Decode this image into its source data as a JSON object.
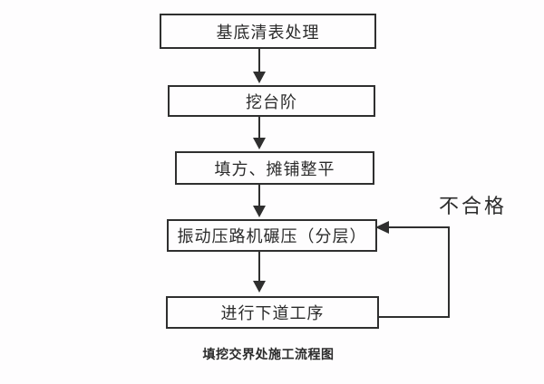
{
  "flowchart": {
    "title_caption": "填挖交界处施工流程图",
    "steps": [
      {
        "label": "基底清表处理"
      },
      {
        "label": "挖台阶"
      },
      {
        "label": "填方、摊铺整平"
      },
      {
        "label": "振动压路机碾压（分层）"
      },
      {
        "label": "进行下道工序"
      }
    ],
    "feedback": {
      "label": "不合格",
      "from_step": "进行下道工序",
      "to_step": "振动压路机碾压（分层）"
    },
    "icons": {
      "down_arrow": "arrow-down-icon (filled triangle)",
      "left_arrow": "arrow-left-icon (filled triangle)"
    },
    "colors": {
      "line": "#2f2f2f",
      "text": "#2b2b2b",
      "background": "#fefdfe"
    }
  }
}
